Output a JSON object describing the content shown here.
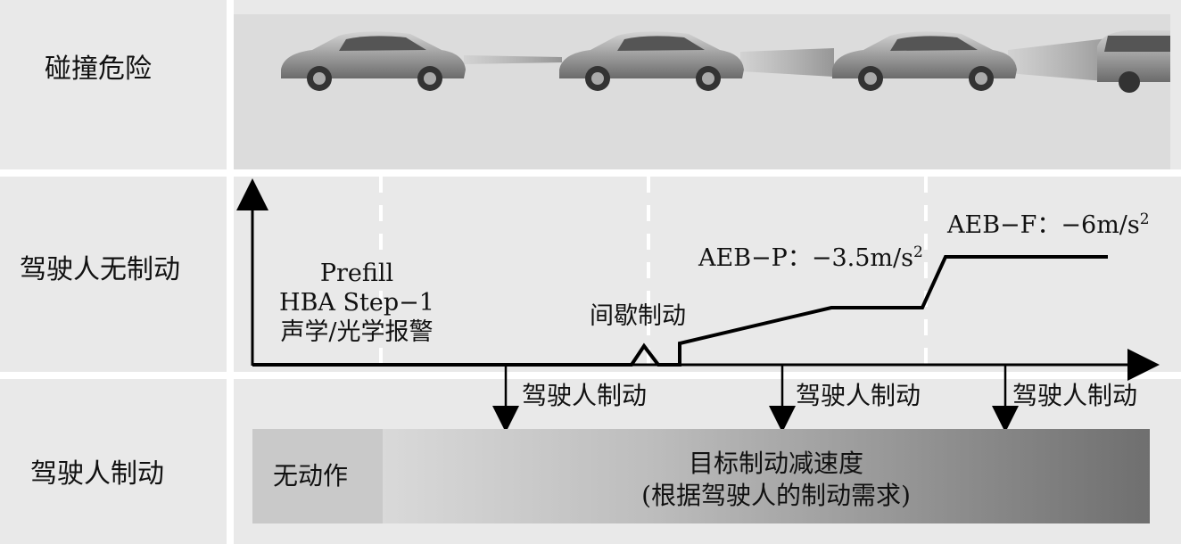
{
  "rows": {
    "collision_risk": "碰撞危险",
    "driver_no_brake": "驾驶人无制动",
    "driver_brake": "驾驶人制动"
  },
  "stage1": {
    "line1": "Prefill",
    "line2": "HBA Step−1",
    "line3": "声学/光学报警"
  },
  "intermittent_brake": "间歇制动",
  "aeb_p": {
    "text": "AEB−P：−3.5m/s",
    "sup": "2"
  },
  "aeb_f": {
    "text": "AEB−F：−6m/s",
    "sup": "2"
  },
  "driver_brake_markers": [
    "驾驶人制动",
    "驾驶人制动",
    "驾驶人制动"
  ],
  "bottom_bar": {
    "no_action": "无动作",
    "target_line1": "目标制动减速度",
    "target_line2": "(根据驾驶人的制动需求)"
  },
  "colors": {
    "panel_bg": "#e8e8e8",
    "grid_line": "#ffffff",
    "curve": "#000000",
    "bar_light": "#c8c8c8",
    "bar_dark": "#7a7a7a"
  }
}
